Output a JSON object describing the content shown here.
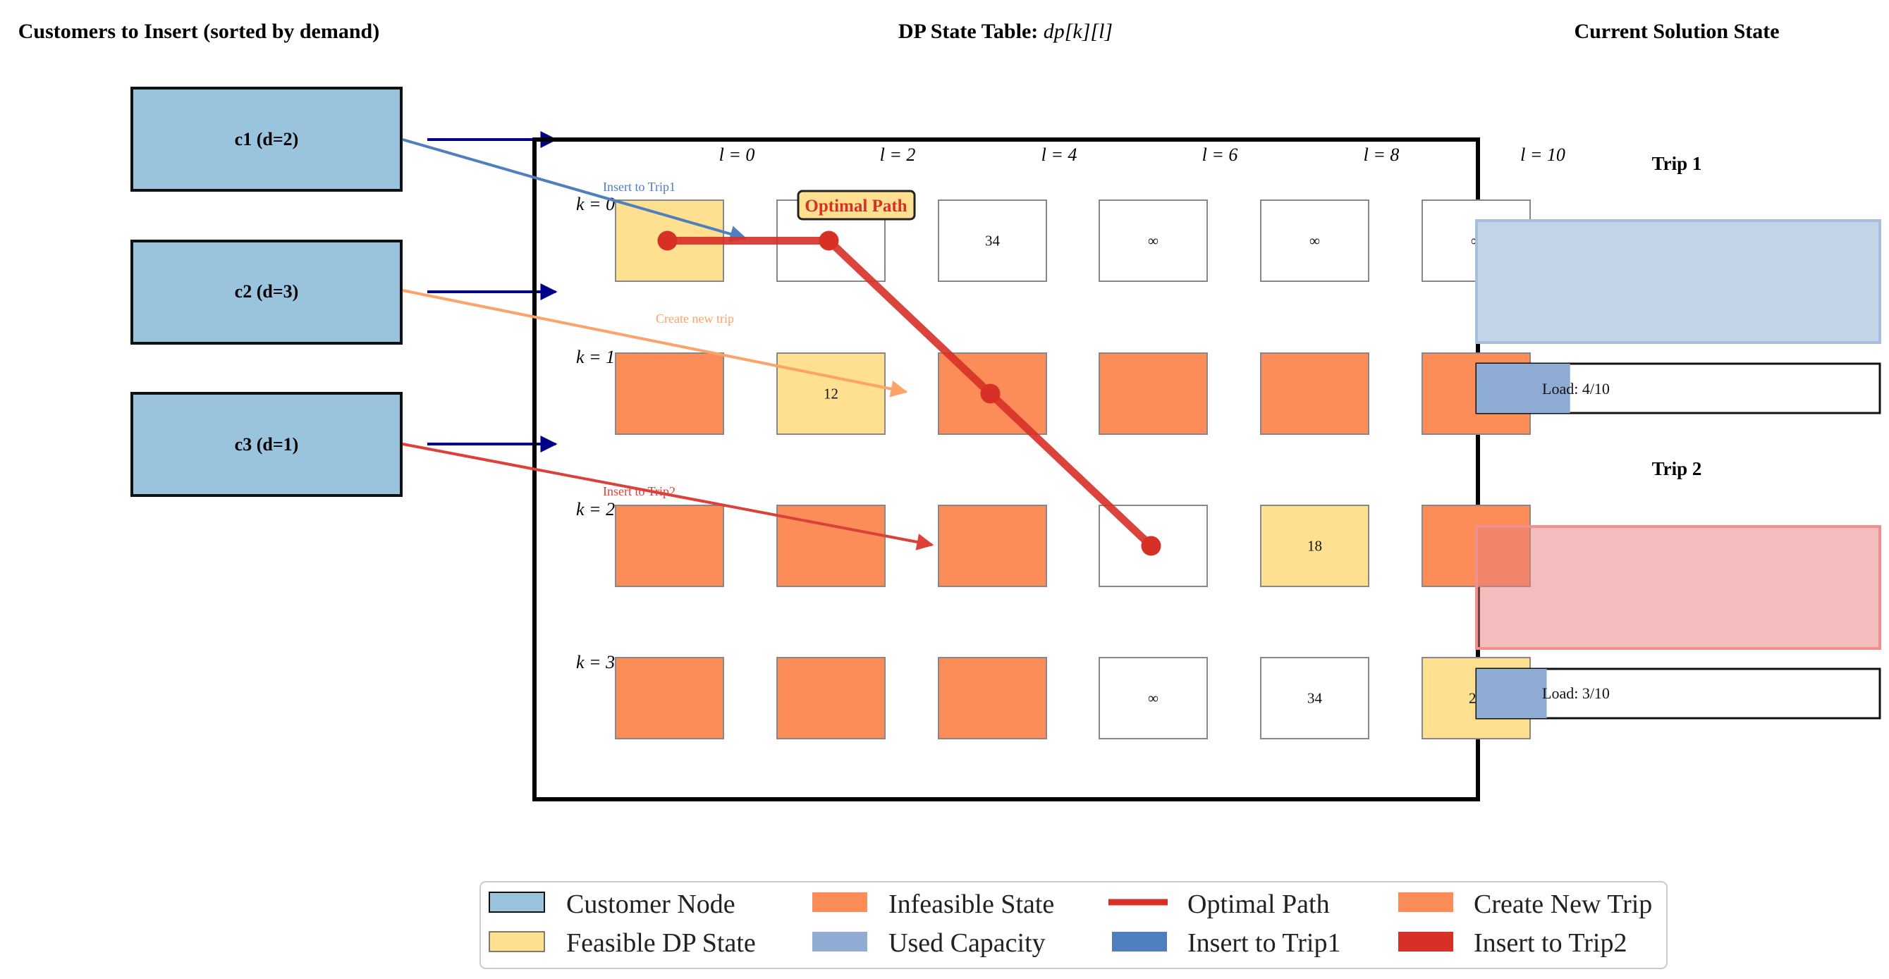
{
  "titles": {
    "left": "Customers to Insert (sorted by demand)",
    "center_prefix": "DP State Table: ",
    "center_math": "dp[k][l]",
    "right": "Current Solution State"
  },
  "customers": [
    {
      "label": "c1 (d=2)"
    },
    {
      "label": "c2 (d=3)"
    },
    {
      "label": "c3 (d=1)"
    }
  ],
  "columns": [
    "l = 0",
    "l = 2",
    "l = 4",
    "l = 6",
    "l = 8",
    "l = 10"
  ],
  "rows": [
    "k = 0",
    "k = 1",
    "k = 2",
    "k = 3"
  ],
  "cells": [
    [
      {
        "state": "feasible",
        "value": ""
      },
      {
        "state": "empty",
        "value": ""
      },
      {
        "state": "empty",
        "value": "34"
      },
      {
        "state": "empty",
        "value": "∞"
      },
      {
        "state": "empty",
        "value": "∞"
      },
      {
        "state": "empty",
        "value": "∞"
      }
    ],
    [
      {
        "state": "infeasible",
        "value": ""
      },
      {
        "state": "feasible",
        "value": "12"
      },
      {
        "state": "infeasible",
        "value": ""
      },
      {
        "state": "infeasible",
        "value": ""
      },
      {
        "state": "infeasible",
        "value": ""
      },
      {
        "state": "infeasible",
        "value": ""
      }
    ],
    [
      {
        "state": "infeasible",
        "value": ""
      },
      {
        "state": "infeasible",
        "value": ""
      },
      {
        "state": "infeasible",
        "value": ""
      },
      {
        "state": "empty",
        "value": ""
      },
      {
        "state": "feasible",
        "value": "18"
      },
      {
        "state": "infeasible",
        "value": ""
      }
    ],
    [
      {
        "state": "infeasible",
        "value": ""
      },
      {
        "state": "infeasible",
        "value": ""
      },
      {
        "state": "infeasible",
        "value": ""
      },
      {
        "state": "empty",
        "value": "∞"
      },
      {
        "state": "empty",
        "value": "34"
      },
      {
        "state": "feasible",
        "value": "22"
      }
    ]
  ],
  "annotations": {
    "insert_trip1": "Insert to Trip1",
    "create_trip": "Create new trip",
    "insert_trip2": "Insert to Trip2",
    "optimal_path": "Optimal Path"
  },
  "optimal_path": [
    [
      0,
      0
    ],
    [
      0,
      1
    ],
    [
      1,
      2
    ],
    [
      2,
      3
    ]
  ],
  "trips": [
    {
      "title": "Trip 1",
      "load_label": "Load: 4/10",
      "load": 4,
      "capacity": 10
    },
    {
      "title": "Trip 2",
      "load_label": "Load: 3/10",
      "load": 3,
      "capacity": 10
    }
  ],
  "legend": [
    {
      "label": "Customer Node",
      "icon": "box",
      "color": "#9ac4de"
    },
    {
      "label": "Infeasible State",
      "icon": "patch",
      "color": "#fc8d59"
    },
    {
      "label": "Optimal Path",
      "icon": "line",
      "color": "#d73027"
    },
    {
      "label": "Create New Trip",
      "icon": "patch",
      "color": "#fc8d59"
    },
    {
      "label": "Feasible DP State",
      "icon": "box",
      "color": "#fee090"
    },
    {
      "label": "Used Capacity",
      "icon": "patch",
      "color": "#91acd4"
    },
    {
      "label": "Insert to Trip1",
      "icon": "patch",
      "color": "#4f7fbe"
    },
    {
      "label": "Insert to Trip2",
      "icon": "patch",
      "color": "#d73027"
    }
  ],
  "colors": {
    "customer": "#9ac4de",
    "feasible": "#fee090",
    "infeasible": "#fc8d59",
    "optimal": "#d73027",
    "trip1": "#4f7fbe",
    "trip1_fill": "#c4d4e8",
    "trip2_fill": "#f1bfbf",
    "trip2_edge": "#f0908e",
    "used_capacity": "#8eacd3",
    "insert_trip2": "#dc4038",
    "create_trip": "#fda268",
    "input_arrow": "#00008b"
  }
}
